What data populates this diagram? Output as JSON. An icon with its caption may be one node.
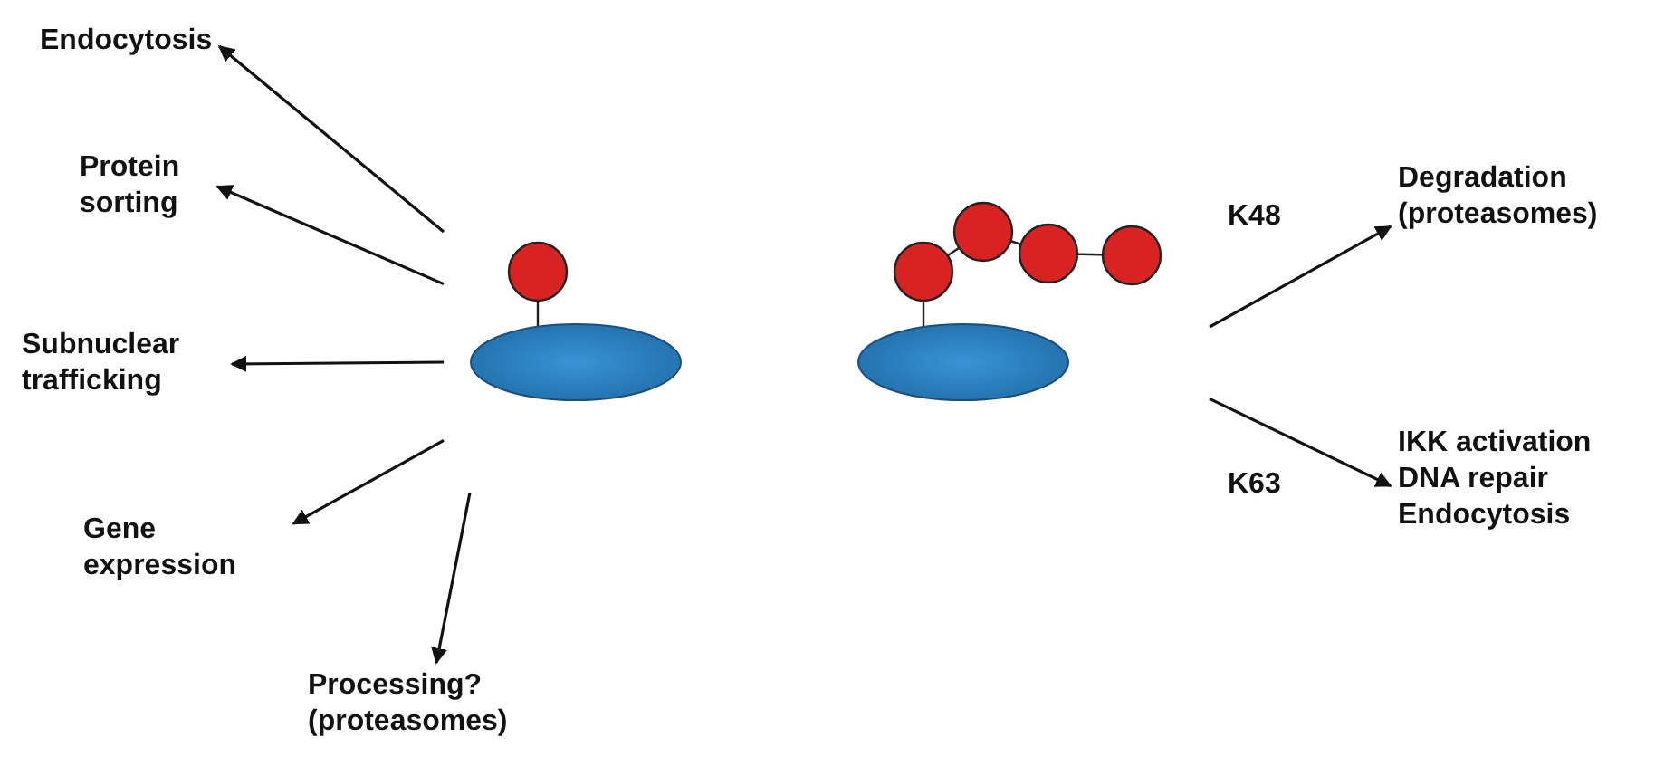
{
  "diagram": {
    "nodes": [
      {
        "text": [
          "Endocytosis"
        ]
      },
      {
        "text": [
          "Protein sorting"
        ]
      },
      {
        "text": [
          "Subnuclear trafficking"
        ]
      },
      {
        "text": [
          "Gene expression"
        ]
      },
      {
        "text": [
          "Processing? (proteasomes)"
        ]
      },
      {
        "text": [],
        "shape": "picture"
      },
      {
        "text": [],
        "shape": "picture"
      },
      {
        "text": [
          "Degradation (proteasomes)"
        ]
      },
      {
        "text": [
          "IKK activation",
          "DNA repair",
          "Endocytosis"
        ]
      }
    ],
    "edges": [
      {
        "from": 5,
        "to": 0,
        "arrow": "to"
      },
      {
        "from": 5,
        "to": 1,
        "arrow": "to"
      },
      {
        "from": 5,
        "to": 2,
        "arrow": "to"
      },
      {
        "from": 5,
        "to": 3,
        "arrow": "to"
      },
      {
        "from": 5,
        "to": 4,
        "arrow": "to"
      },
      {
        "from": 6,
        "to": 7,
        "arrow": "to",
        "label": "K48"
      },
      {
        "from": 6,
        "to": 8,
        "arrow": "to",
        "label": "K63"
      }
    ]
  }
}
